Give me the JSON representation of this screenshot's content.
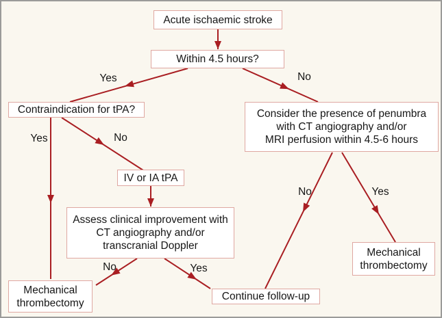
{
  "figure": {
    "type": "flowchart",
    "topic": "Acute ischaemic stroke treatment decision pathway"
  },
  "colors": {
    "background": "#faf7ef",
    "box_border": "#dfa7a1",
    "box_fill": "#ffffff",
    "arrow": "#a91e22",
    "text": "#161616",
    "frame_border": "#9b9b99"
  },
  "nodes": {
    "acute": {
      "label": "Acute ischaemic stroke"
    },
    "within": {
      "label": "Within 4.5 hours?"
    },
    "contra": {
      "label": "Contraindication for tPA?"
    },
    "penumbra": {
      "label": "Consider the presence of penumbra\nwith CT angiography and/or\nMRI perfusion within 4.5-6 hours"
    },
    "ivtpa": {
      "label": "IV or IA tPA"
    },
    "assess": {
      "label": "Assess clinical improvement with\nCT angiography and/or\ntranscranial Doppler"
    },
    "mech_left": {
      "label": "Mechanical\nthrombectomy"
    },
    "follow": {
      "label": "Continue follow-up"
    },
    "mech_right": {
      "label": "Mechanical\nthrombectomy"
    }
  },
  "edge_labels": {
    "within_yes": "Yes",
    "within_no": "No",
    "contra_yes": "Yes",
    "contra_no": "No",
    "assess_no": "No",
    "assess_yes": "Yes",
    "penumbra_no": "No",
    "penumbra_yes": "Yes"
  }
}
